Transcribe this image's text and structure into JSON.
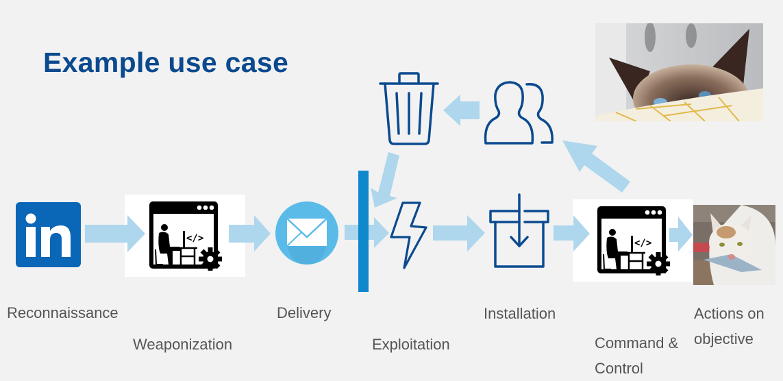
{
  "title": "Example use case",
  "colors": {
    "background": "#f2f2f2",
    "title": "#0b4a8f",
    "icon_stroke": "#0b4a8f",
    "arrow": "#aed6ec",
    "barrier": "#1088cc",
    "linkedin": "#0a66b7",
    "mail_circle": "#5bbbe8",
    "label_text": "#555555"
  },
  "stages": [
    {
      "id": "reconnaissance",
      "label": "Reconnaissance",
      "icon": "linkedin-icon"
    },
    {
      "id": "weaponization",
      "label": "Weaponization",
      "icon": "developer-gear-icon"
    },
    {
      "id": "delivery",
      "label": "Delivery",
      "icon": "mail-icon"
    },
    {
      "id": "exploitation",
      "label": "Exploitation",
      "icon": "lightning-icon"
    },
    {
      "id": "installation",
      "label": "Installation",
      "icon": "install-box-icon"
    },
    {
      "id": "command_control",
      "label_line1": "Command &",
      "label_line2": "Control",
      "icon": "developer-gear-icon"
    },
    {
      "id": "actions",
      "label_line1": "Actions on",
      "label_line2": "objective",
      "icon": "cat-with-fish-photo"
    }
  ],
  "feedback_loop": {
    "icons": [
      "trash-icon",
      "users-icon"
    ],
    "photo": "peeking-cat-photo"
  }
}
